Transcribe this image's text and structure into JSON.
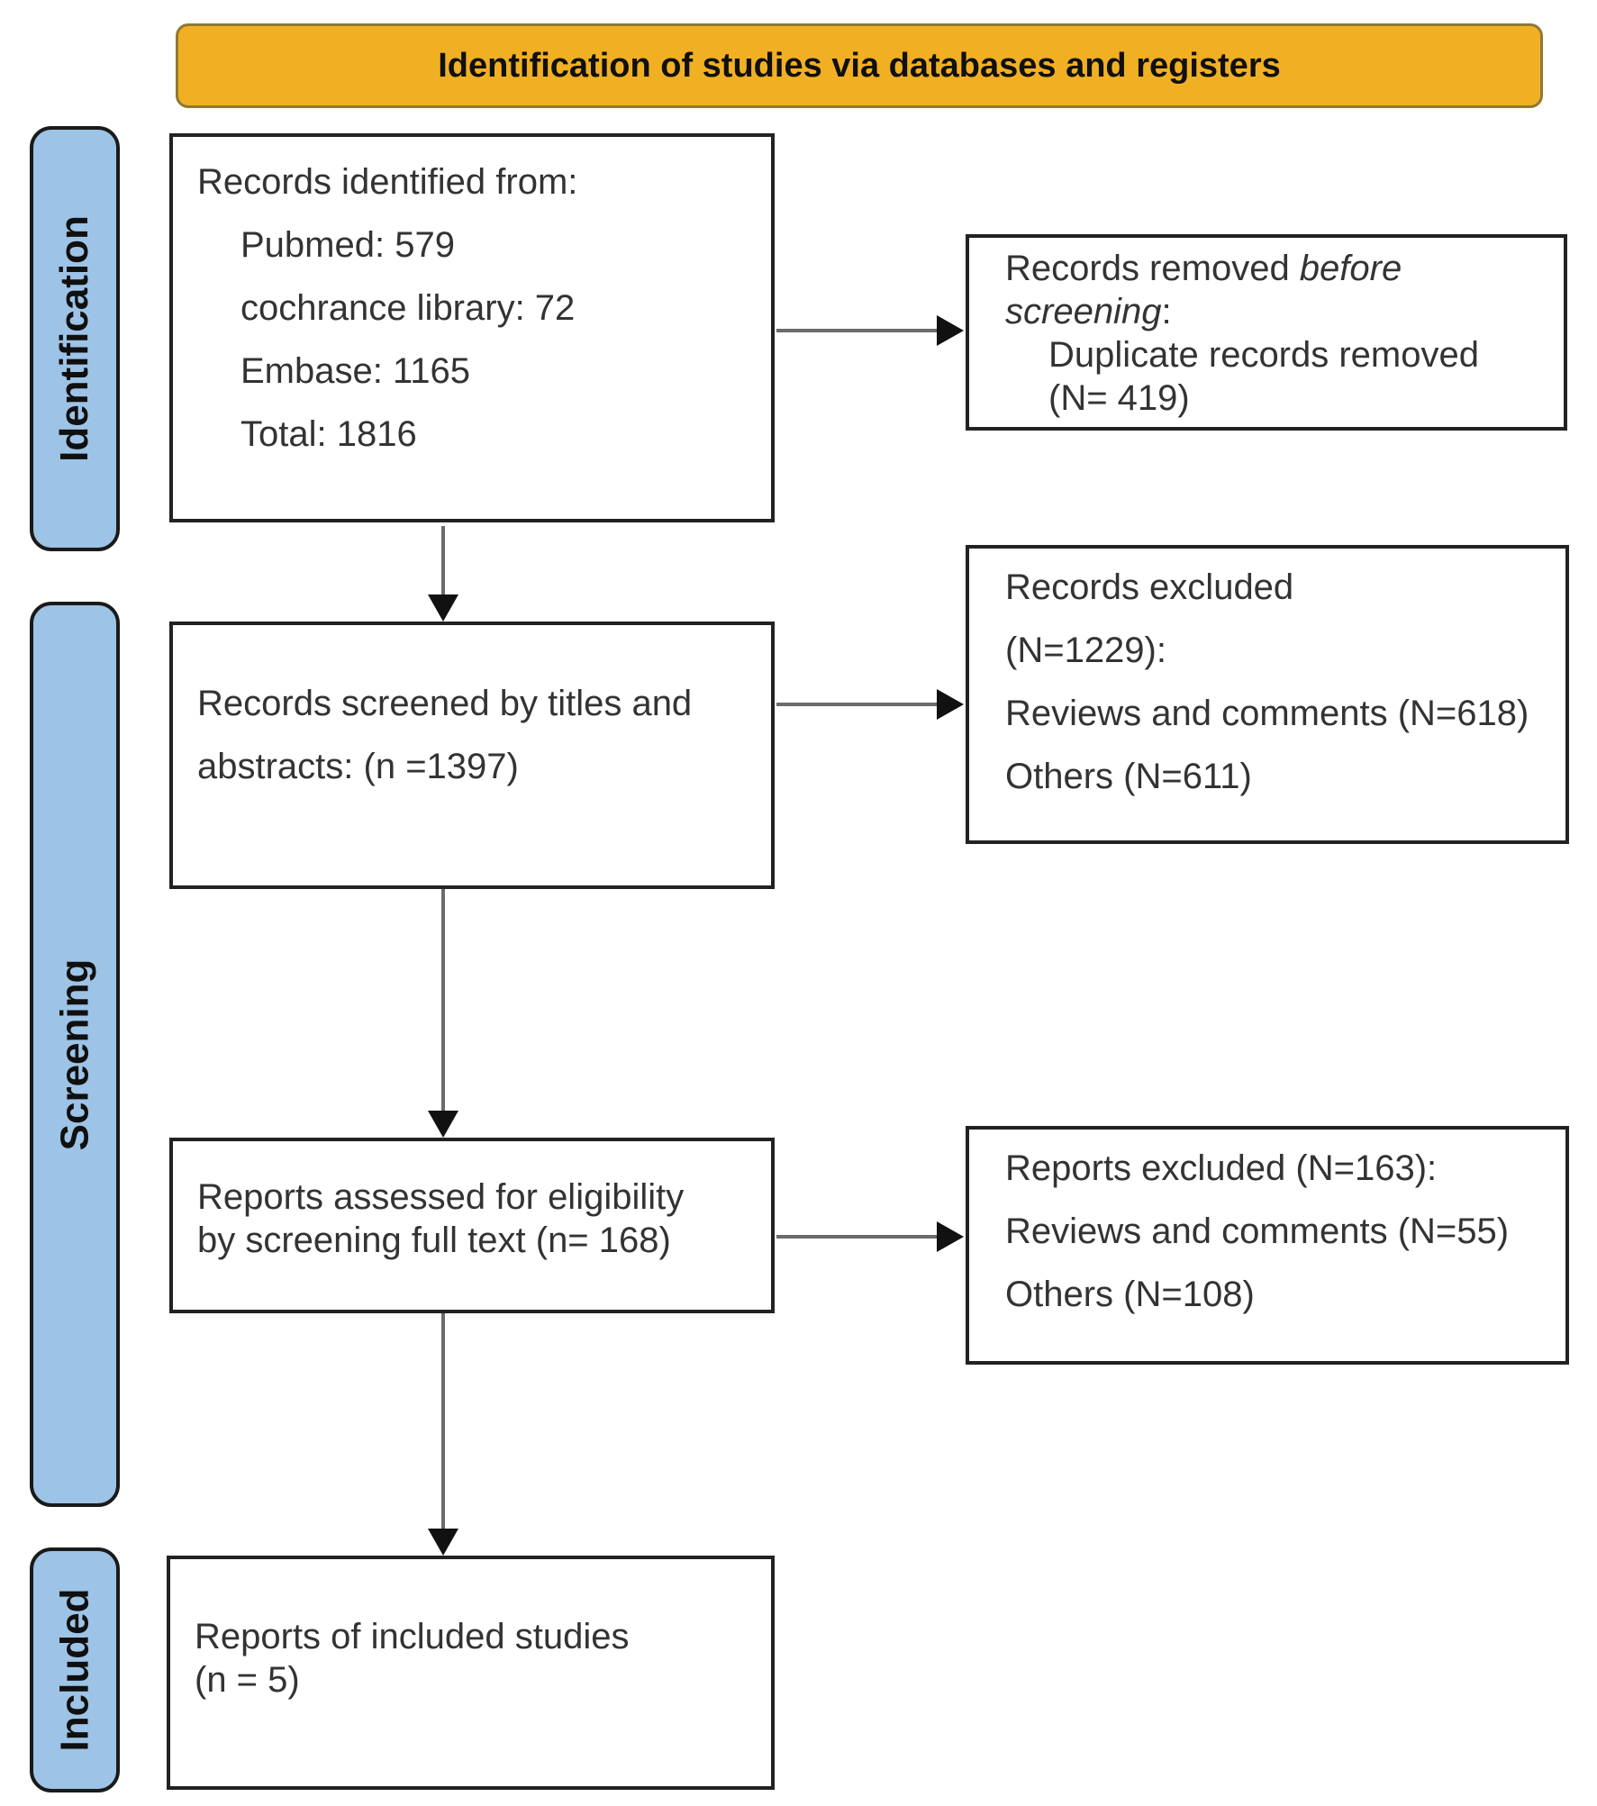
{
  "banner": {
    "title": "Identification of studies via databases and registers"
  },
  "stages": {
    "identification": "Identification",
    "screening": "Screening",
    "included": "Included"
  },
  "flow": {
    "records_identified": {
      "heading": "Records identified from:",
      "items": [
        "Pubmed: 579",
        "cochrance library: 72",
        "Embase: 1165",
        "Total: 1816"
      ]
    },
    "records_screened": {
      "lines": [
        "Records screened by titles and",
        "abstracts: (n =1397)"
      ]
    },
    "reports_assessed": {
      "lines": [
        "Reports assessed for eligibility",
        "by screening full text (n= 168)"
      ]
    },
    "reports_included": {
      "lines": [
        "Reports of included studies",
        "(n = 5)"
      ]
    }
  },
  "exclusions": {
    "records_removed": {
      "lead": "Records removed ",
      "emphasis": "before screening",
      "tail": ":",
      "items": [
        "Duplicate records removed",
        "(N= 419)"
      ]
    },
    "records_excluded": {
      "lines": [
        "Records excluded",
        "(N=1229):",
        "Reviews and comments (N=618)",
        "Others (N=611)"
      ]
    },
    "reports_excluded": {
      "lines": [
        "Reports excluded (N=163):",
        "Reviews and comments (N=55)",
        "Others (N=108)"
      ]
    }
  },
  "icons": {
    "right_arrowhead": "black right-pointing triangle",
    "down_arrowhead": "black down-pointing triangle"
  },
  "colors": {
    "banner_fill": "#F1B024",
    "banner_border": "#8d7a33",
    "stage_fill": "#9DC3E6",
    "box_border": "#222222",
    "arrow_line": "#6b6b6b",
    "arrow_head": "#111111",
    "text": "#333333"
  }
}
